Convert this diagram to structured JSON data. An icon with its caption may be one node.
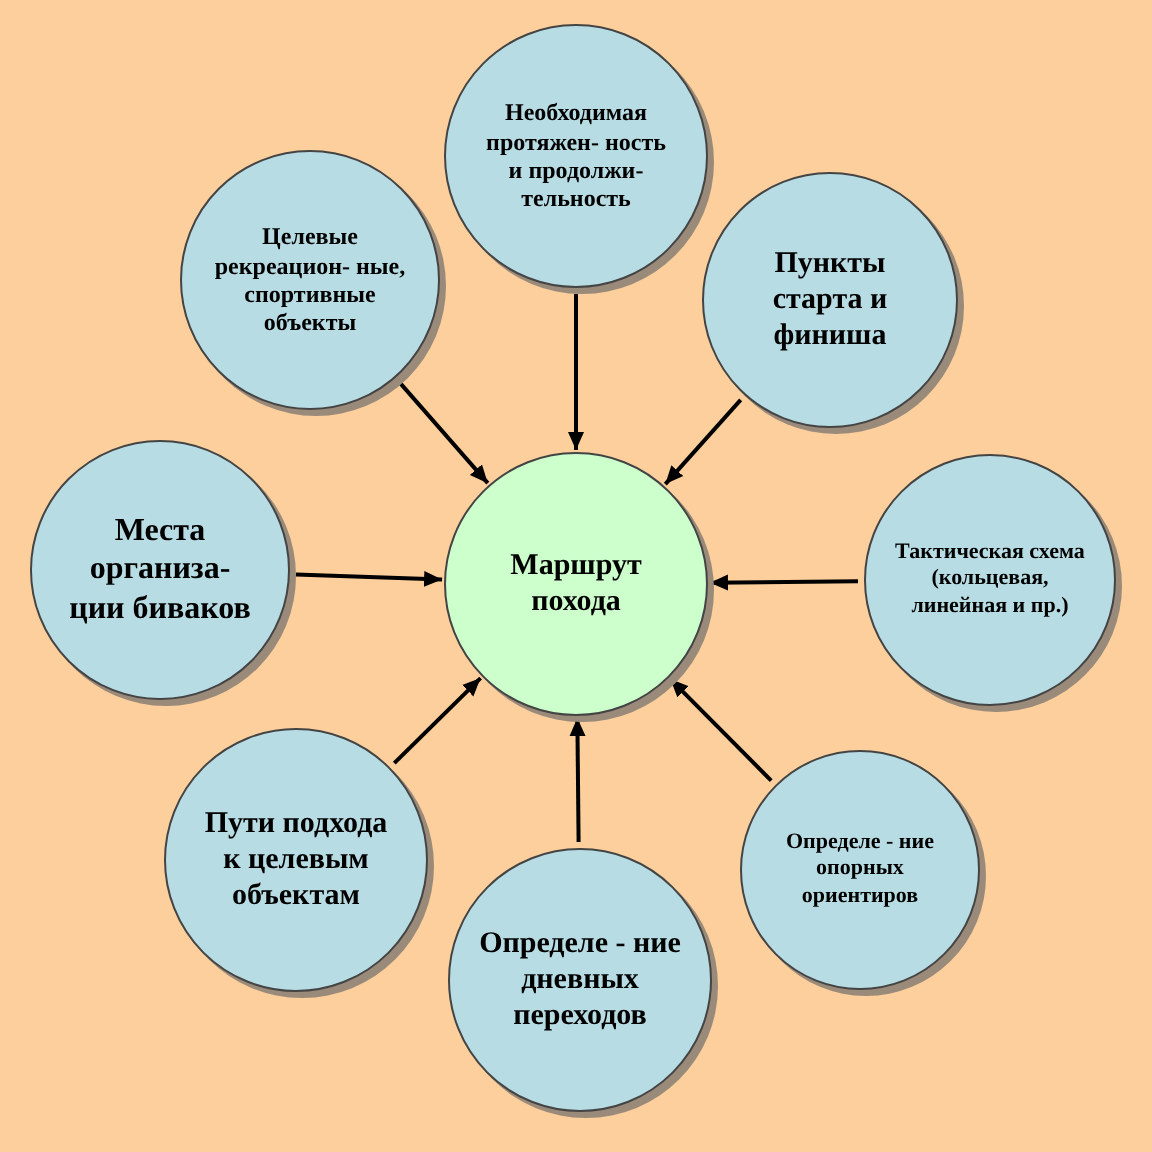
{
  "diagram": {
    "nodes": [
      {
        "text": [
          "Необходимая протяжен- ность и продолжи- тельность"
        ]
      },
      {
        "text": [
          "Целевые рекреацион- ные, спортивные объекты"
        ]
      },
      {
        "text": [
          "Пункты старта и финиша"
        ]
      },
      {
        "text": [
          "Места организа- ции биваков"
        ]
      },
      {
        "text": [
          "Маршрут похода"
        ]
      },
      {
        "text": [
          "Тактическая схема (кольцевая, линейная и пр.)"
        ]
      },
      {
        "text": [
          "Пути подхода к целевым объектам"
        ]
      },
      {
        "text": [
          "Определе - ние дневных переходов"
        ]
      },
      {
        "text": [
          "Определе - ние опорных ориентиров"
        ]
      }
    ],
    "edges": [
      {
        "from": 0,
        "to": 4,
        "arrow": "to"
      },
      {
        "from": 1,
        "to": 4,
        "arrow": "to"
      },
      {
        "from": 2,
        "to": 4,
        "arrow": "to"
      },
      {
        "from": 3,
        "to": 4,
        "arrow": "to"
      },
      {
        "from": 5,
        "to": 4,
        "arrow": "to"
      },
      {
        "from": 6,
        "to": 4,
        "arrow": "to"
      },
      {
        "from": 7,
        "to": 4,
        "arrow": "to"
      },
      {
        "from": 8,
        "to": 4,
        "arrow": "to"
      }
    ]
  }
}
